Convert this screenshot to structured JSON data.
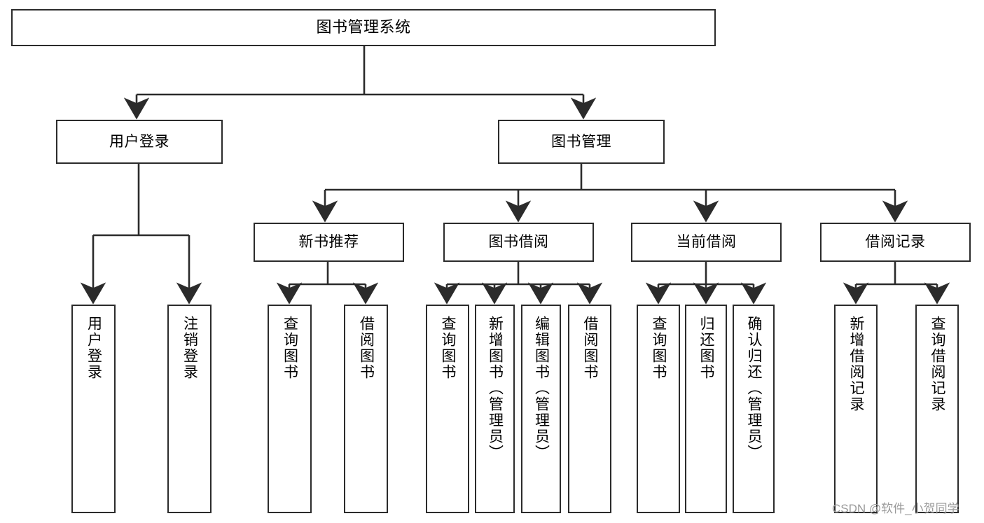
{
  "diagram": {
    "type": "tree-hierarchy",
    "title": "图书管理系统",
    "orientation": "top-down",
    "colors": {
      "box_border": "#2b2b2b",
      "box_fill": "#ffffff",
      "connector": "#2b2b2b",
      "watermark": "#9a9a9a",
      "background": "#ffffff"
    }
  },
  "root": {
    "label": "图书管理系统"
  },
  "level2": [
    {
      "label": "用户登录"
    },
    {
      "label": "图书管理"
    }
  ],
  "level3": [
    {
      "label": "新书推荐"
    },
    {
      "label": "图书借阅"
    },
    {
      "label": "当前借阅"
    },
    {
      "label": "借阅记录"
    }
  ],
  "leaves": {
    "user_login": [
      {
        "label": "用户登录"
      },
      {
        "label": "注销登录"
      }
    ],
    "new_book_recommend": [
      {
        "label": "查询图书"
      },
      {
        "label": "借阅图书"
      }
    ],
    "book_borrow": [
      {
        "label": "查询图书"
      },
      {
        "label": "新增图书（管理员）"
      },
      {
        "label": "编辑图书（管理员）"
      },
      {
        "label": "借阅图书"
      }
    ],
    "current_borrow": [
      {
        "label": "查询图书"
      },
      {
        "label": "归还图书"
      },
      {
        "label": "确认归还（管理员）"
      }
    ],
    "borrow_record": [
      {
        "label": "新增借阅记录"
      },
      {
        "label": "查询借阅记录"
      }
    ]
  },
  "watermark": {
    "text": "CSDN @软件_小贺同学"
  }
}
